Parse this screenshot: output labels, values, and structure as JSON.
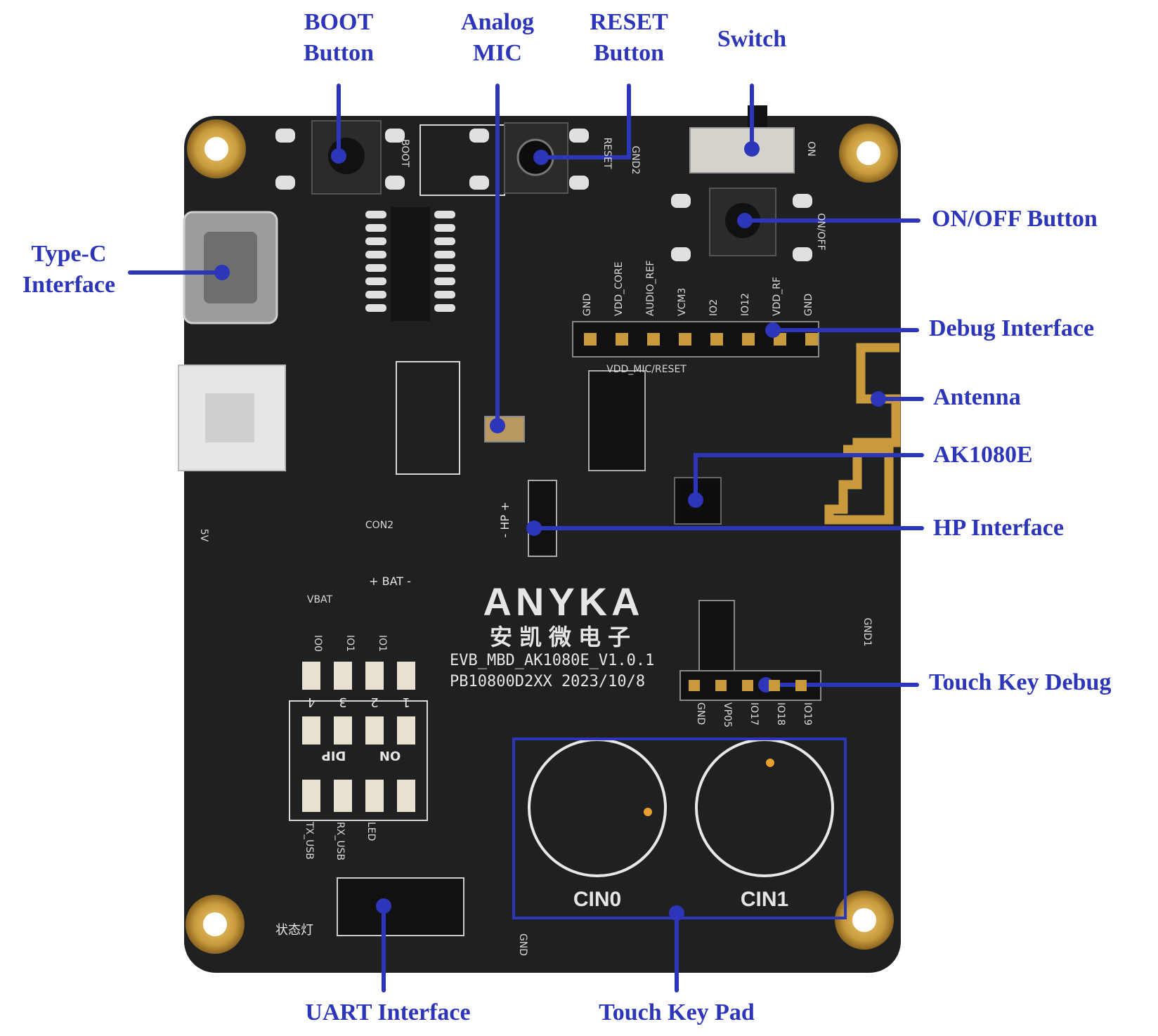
{
  "colors": {
    "annotation": "#2d35b8",
    "board": "#1f2021",
    "gold": "#c89a3c",
    "silk": "#d8d8d8"
  },
  "labels": {
    "boot": [
      "BOOT",
      "Button"
    ],
    "mic": [
      "Analog",
      "MIC"
    ],
    "reset": [
      "RESET",
      "Button"
    ],
    "switch": "Switch",
    "onoff": "ON/OFF Button",
    "typec": [
      "Type-C",
      "Interface"
    ],
    "debug": "Debug Interface",
    "antenna": "Antenna",
    "chip": "AK1080E",
    "hp": "HP Interface",
    "touch_debug": "Touch Key Debug",
    "uart": "UART Interface",
    "touch_pad": "Touch Key Pad"
  },
  "board": {
    "brand": "ANYKA",
    "brand_cn": "安凯微电子",
    "model": "EVB_MBD_AK1080E_V1.0.1",
    "pn_date": "PB10800D2XX  2023/10/8",
    "pad_labels": [
      "CIN0",
      "CIN1"
    ],
    "debug_pins": [
      "GND",
      "VDD_CORE",
      "AUDIO_REF",
      "VCM3",
      "IO2",
      "IO12",
      "VDD_RF",
      "GND"
    ],
    "touch_pins": [
      "GND",
      "VP05",
      "IO17",
      "IO18",
      "IO19"
    ],
    "dip_channels": [
      "IO0",
      "IO1",
      "IO1"
    ],
    "dip_numbers": [
      "4",
      "3",
      "2",
      "1"
    ],
    "dip_texts": [
      "DIP",
      "ON"
    ],
    "dip_functions": [
      "TX_USB",
      "RX_USB",
      "LED"
    ],
    "status_led": "状态灯",
    "hp_text": "- HP +",
    "bat_text": "+ BAT -",
    "silk_texts": [
      "BOOT",
      "RESET",
      "ON",
      "ON/OFF",
      "VBAT",
      "5V",
      "CON2",
      "VDD_MIC/RESET",
      "GND",
      "GND1",
      "GND2"
    ]
  }
}
